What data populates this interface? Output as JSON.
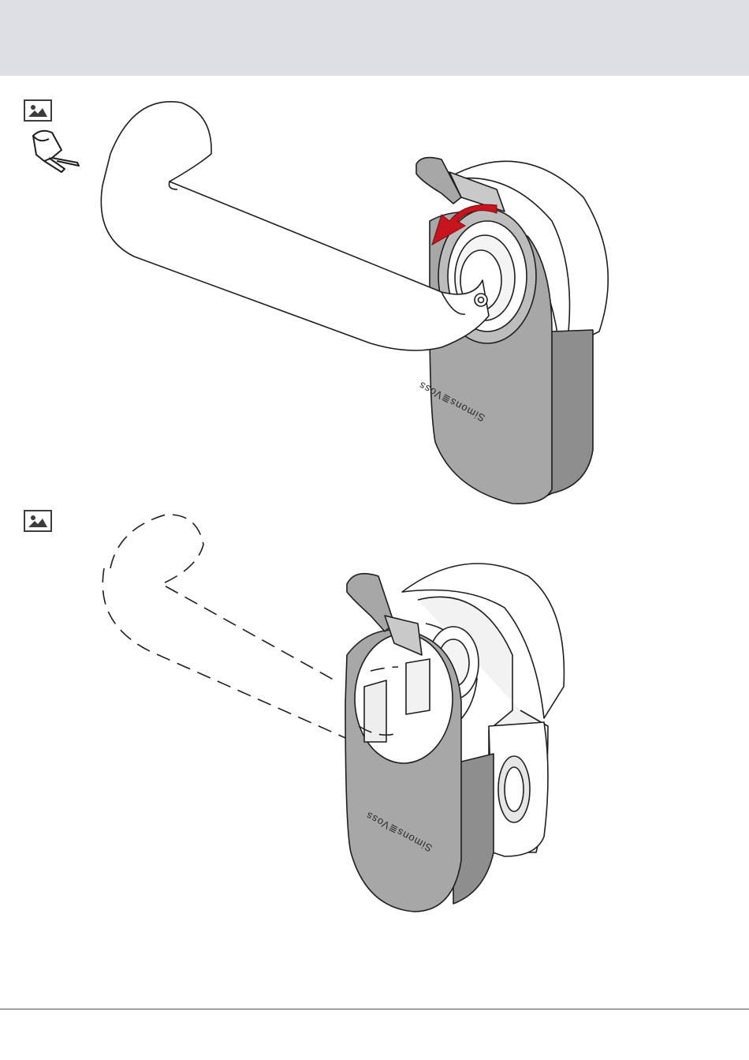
{
  "figures": [
    {
      "id": "step-1",
      "tool_icon": "clip-tool-icon",
      "brand_logo": "Simons≣Voss"
    },
    {
      "id": "step-2",
      "brand_logo": "Simons≣Voss"
    }
  ],
  "colors": {
    "header": "#dddee2",
    "housing": "#a7a7a7",
    "arrow": "#c8141c",
    "line": "#1e1e1e"
  },
  "icons": [
    "image-icon",
    "clip-tool-icon",
    "rotate-arrow-icon"
  ]
}
